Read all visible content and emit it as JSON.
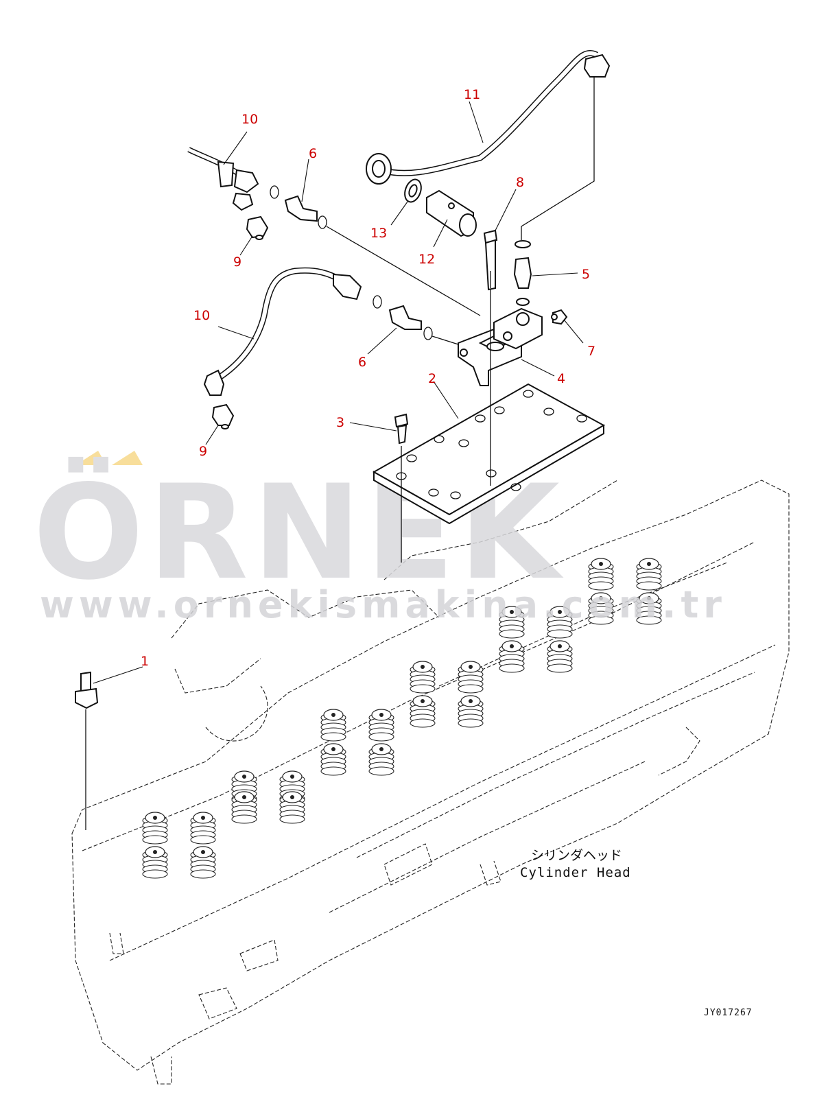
{
  "callouts": [
    {
      "num": "1"
    },
    {
      "num": "2"
    },
    {
      "num": "3"
    },
    {
      "num": "4"
    },
    {
      "num": "5"
    },
    {
      "num": "6"
    },
    {
      "num": "6"
    },
    {
      "num": "7"
    },
    {
      "num": "8"
    },
    {
      "num": "9"
    },
    {
      "num": "9"
    },
    {
      "num": "10"
    },
    {
      "num": "10"
    },
    {
      "num": "11"
    },
    {
      "num": "12"
    },
    {
      "num": "13"
    }
  ],
  "component_label": {
    "jp": "シリンダヘッド",
    "en": "Cylinder Head"
  },
  "drawing_code": "JY017267",
  "watermark": {
    "brand": "ÖRNEK",
    "url": "www.ornekismakina.com.tr"
  },
  "colors": {
    "callout": "#cc0000",
    "watermark": "#d9d9dc",
    "watermark_accent": "#f7d98a",
    "line": "#111111"
  }
}
